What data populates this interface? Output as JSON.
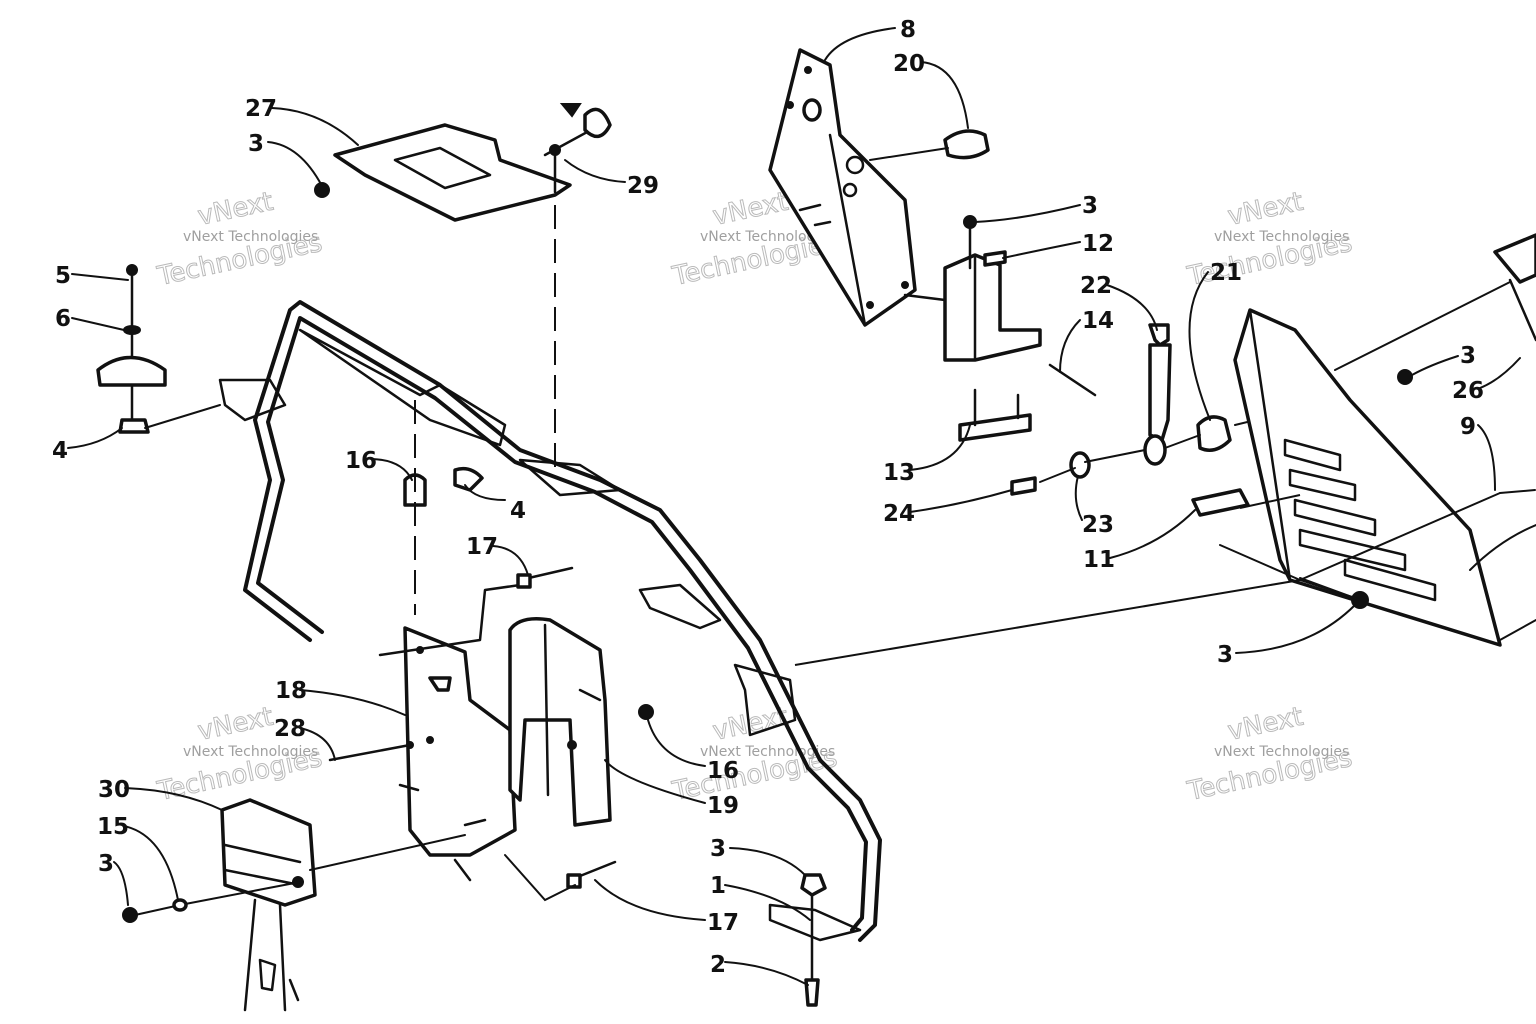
{
  "callouts": [
    {
      "id": "c27",
      "text": "27"
    },
    {
      "id": "c3a",
      "text": "3"
    },
    {
      "id": "c29",
      "text": "29"
    },
    {
      "id": "c5",
      "text": "5"
    },
    {
      "id": "c6",
      "text": "6"
    },
    {
      "id": "c4a",
      "text": "4"
    },
    {
      "id": "c16a",
      "text": "16"
    },
    {
      "id": "c4b",
      "text": "4"
    },
    {
      "id": "c17a",
      "text": "17"
    },
    {
      "id": "c18",
      "text": "18"
    },
    {
      "id": "c28",
      "text": "28"
    },
    {
      "id": "c30",
      "text": "30"
    },
    {
      "id": "c15",
      "text": "15"
    },
    {
      "id": "c3b",
      "text": "3"
    },
    {
      "id": "c16b",
      "text": "16"
    },
    {
      "id": "c19",
      "text": "19"
    },
    {
      "id": "c3c",
      "text": "3"
    },
    {
      "id": "c1",
      "text": "1"
    },
    {
      "id": "c2",
      "text": "2"
    },
    {
      "id": "c17b",
      "text": "17"
    },
    {
      "id": "c8",
      "text": "8"
    },
    {
      "id": "c20",
      "text": "20"
    },
    {
      "id": "c3d",
      "text": "3"
    },
    {
      "id": "c12",
      "text": "12"
    },
    {
      "id": "c22",
      "text": "22"
    },
    {
      "id": "c21",
      "text": "21"
    },
    {
      "id": "c14",
      "text": "14"
    },
    {
      "id": "c13",
      "text": "13"
    },
    {
      "id": "c24",
      "text": "24"
    },
    {
      "id": "c23",
      "text": "23"
    },
    {
      "id": "c11",
      "text": "11"
    },
    {
      "id": "c3e",
      "text": "3"
    },
    {
      "id": "c26",
      "text": "26"
    },
    {
      "id": "c9",
      "text": "9"
    },
    {
      "id": "c3f",
      "text": "3"
    }
  ],
  "watermark": {
    "company": "vNext Technologies",
    "line1": "vNext",
    "line2": "Technologies"
  },
  "colors": {
    "ink": "#111111",
    "paper": "#ffffff",
    "watermark": "#999999"
  }
}
